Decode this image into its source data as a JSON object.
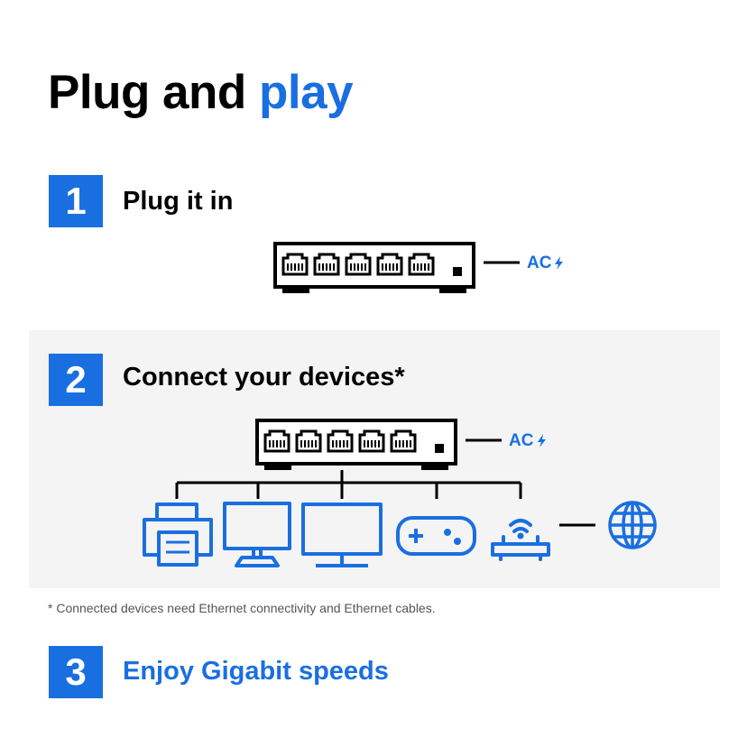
{
  "title": {
    "main": "Plug and",
    "accent": "play"
  },
  "steps": [
    {
      "number": "1",
      "label": "Plug it in"
    },
    {
      "number": "2",
      "label": "Connect your devices*"
    },
    {
      "number": "3",
      "label": "Enjoy Gigabit speeds"
    }
  ],
  "power_label": "AC",
  "footnote": "* Connected devices need Ethernet connectivity and Ethernet cables.",
  "icons": [
    "switch-icon",
    "lightning-icon",
    "printer-icon",
    "desktop-monitor-icon",
    "tv-monitor-icon",
    "gamepad-icon",
    "router-icon",
    "globe-icon"
  ],
  "colors": {
    "accent": "#1a6fe0",
    "panel": "#f4f4f4",
    "ink": "#000000"
  }
}
